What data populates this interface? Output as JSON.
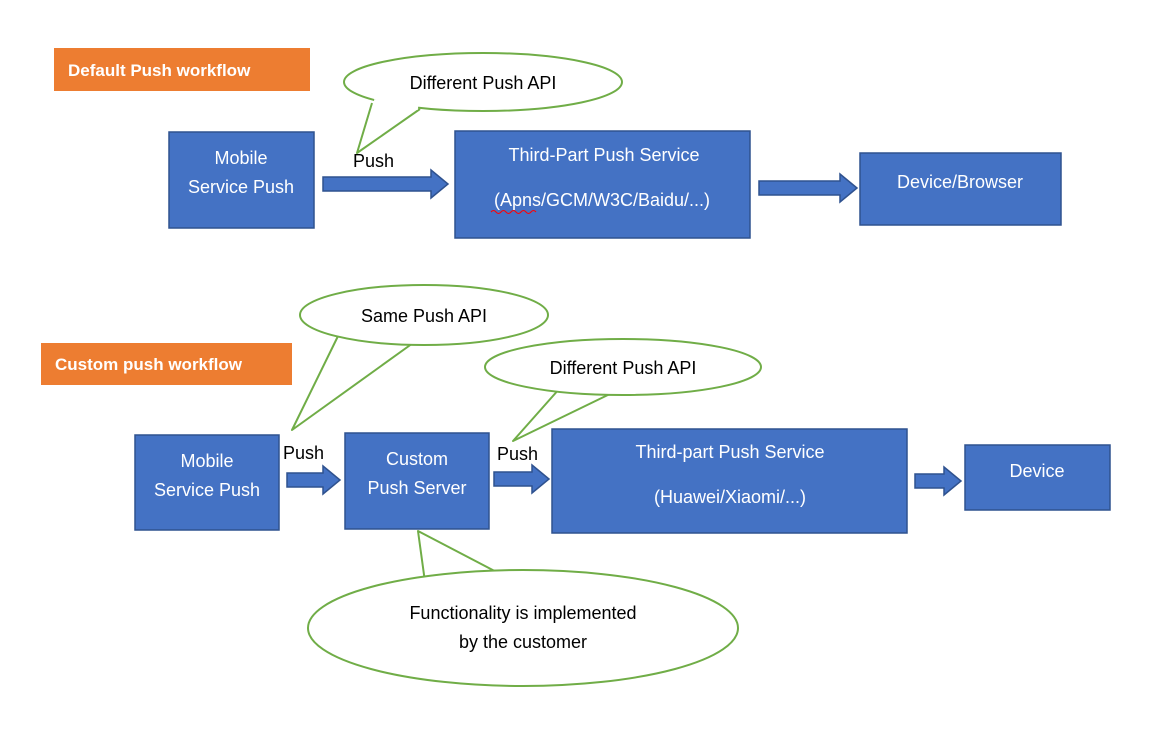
{
  "colors": {
    "box_fill": "#4472c4",
    "box_stroke": "#2f528f",
    "tag_fill": "#ed7d31",
    "bubble_stroke": "#70ad47",
    "text_dark": "#000000",
    "text_light": "#ffffff",
    "spellcheck_underline": "#ff0000"
  },
  "default_workflow": {
    "tag": "Default Push workflow",
    "mobile_box": {
      "line1": "Mobile",
      "line2": "Service Push"
    },
    "push_label": "Push",
    "bubble": "Different Push API",
    "third_party_box": {
      "line1": "Third-Part Push Service",
      "line2": "(Apns/GCM/W3C/Baidu/...)"
    },
    "device_box": "Device/Browser"
  },
  "custom_workflow": {
    "tag": "Custom push workflow",
    "mobile_box": {
      "line1": "Mobile",
      "line2": "Service Push"
    },
    "push_label_1": "Push",
    "bubble_same": "Same Push API",
    "custom_server_box": {
      "line1": "Custom",
      "line2": "Push Server"
    },
    "push_label_2": "Push",
    "bubble_different": "Different Push API",
    "third_party_box": {
      "line1": "Third-part Push Service",
      "line2": "(Huawei/Xiaomi/...)"
    },
    "device_box": "Device",
    "bubble_note": {
      "line1": "Functionality is implemented",
      "line2": "by the customer"
    }
  }
}
